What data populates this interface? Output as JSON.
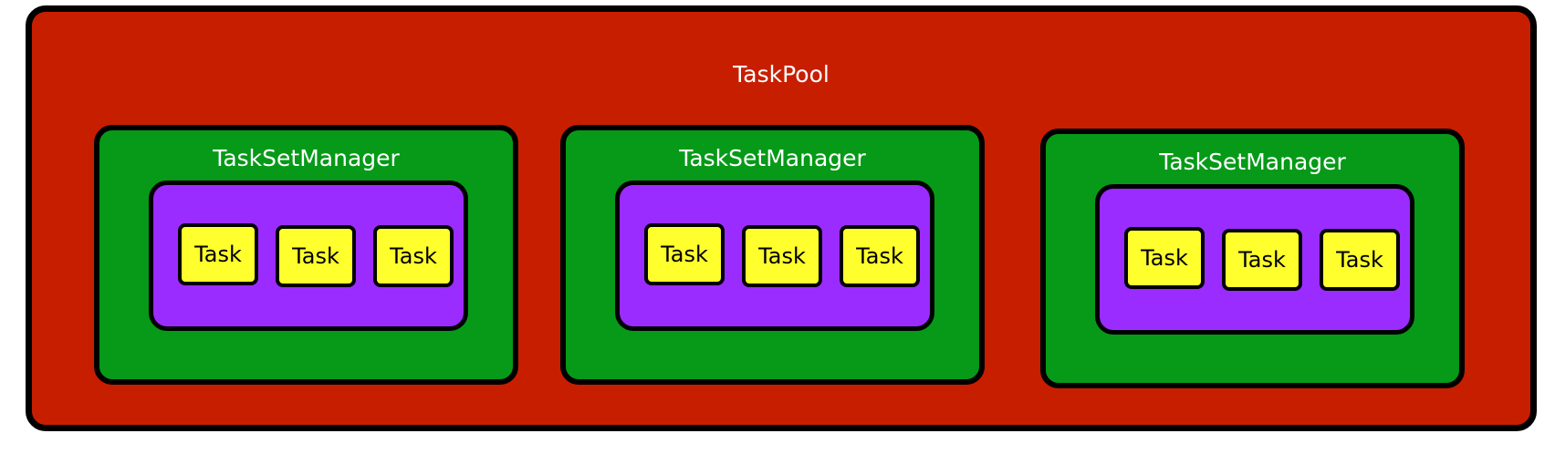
{
  "colors": {
    "pool": "#c81e00",
    "manager": "#069a18",
    "task_set": "#9b2cff",
    "task": "#ffff2e",
    "border": "#000000"
  },
  "pool": {
    "label": "TaskPool",
    "managers": [
      {
        "label": "TaskSetManager",
        "tasks": [
          {
            "label": "Task"
          },
          {
            "label": "Task"
          },
          {
            "label": "Task"
          }
        ]
      },
      {
        "label": "TaskSetManager",
        "tasks": [
          {
            "label": "Task"
          },
          {
            "label": "Task"
          },
          {
            "label": "Task"
          }
        ]
      },
      {
        "label": "TaskSetManager",
        "tasks": [
          {
            "label": "Task"
          },
          {
            "label": "Task"
          },
          {
            "label": "Task"
          }
        ]
      }
    ]
  }
}
